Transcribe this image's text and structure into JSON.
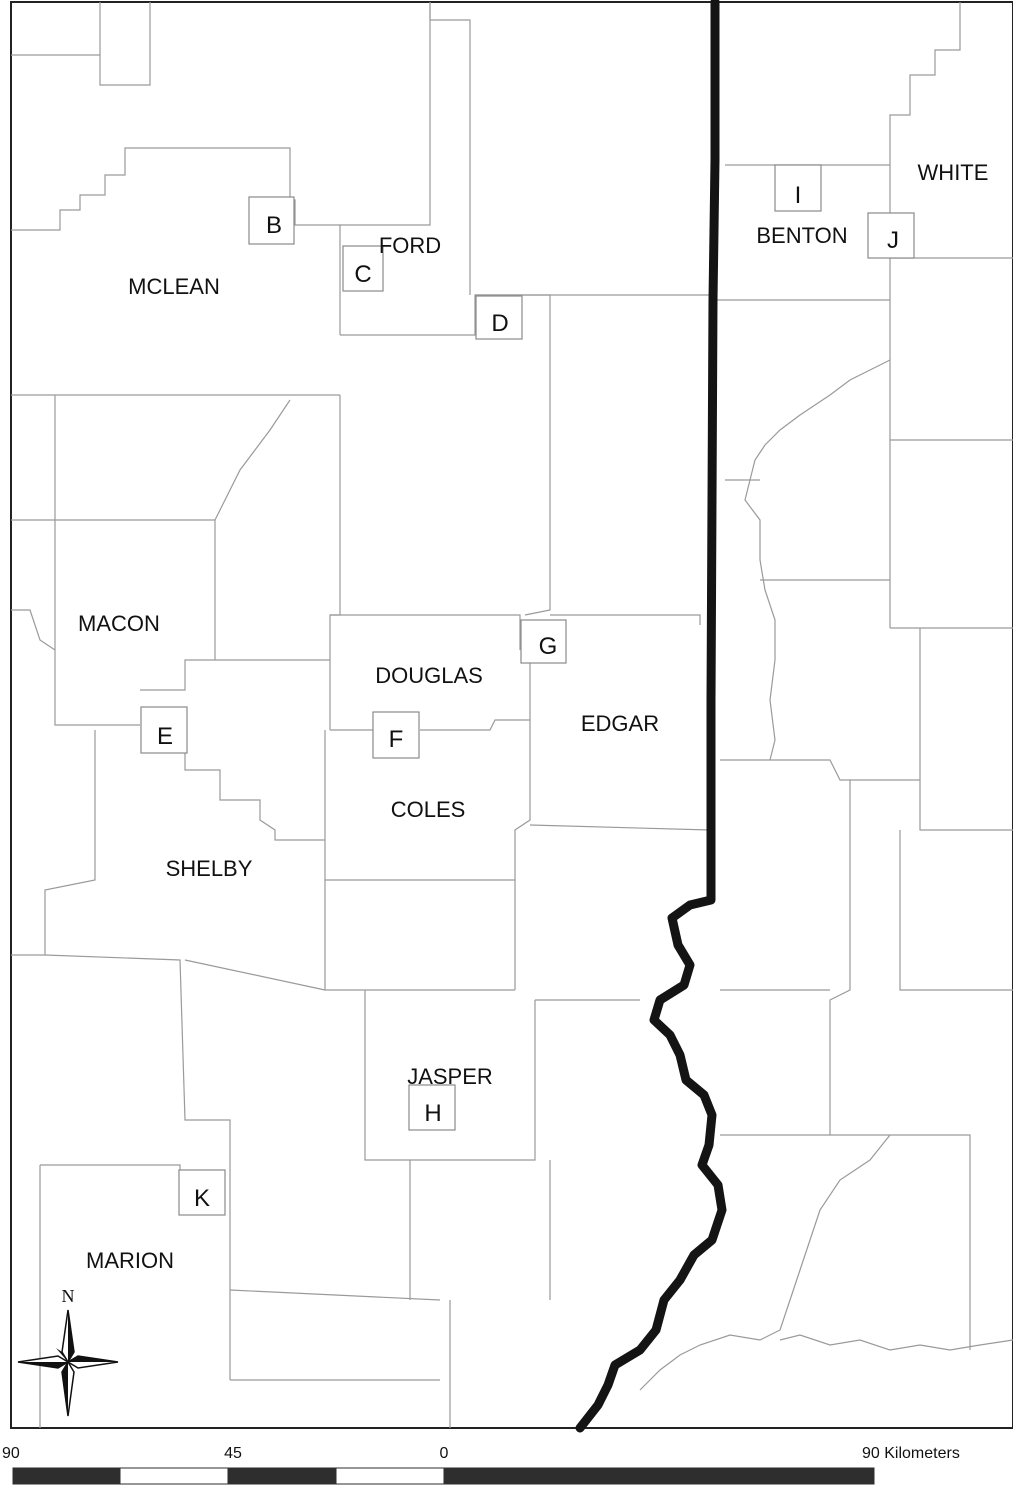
{
  "colors": {
    "background": "#ffffff",
    "county_border": "#9a9a9a",
    "frame": "#222222",
    "state_line": "#141414",
    "scale_dark": "#2e2e2e",
    "scale_light": "#ffffff",
    "text": "#111111"
  },
  "counties": {
    "mclean": "MCLEAN",
    "ford": "FORD",
    "benton": "BENTON",
    "white": "WHITE",
    "macon": "MACON",
    "douglas": "DOUGLAS",
    "edgar": "EDGAR",
    "coles": "COLES",
    "shelby": "SHELBY",
    "jasper": "JASPER",
    "marion": "MARION"
  },
  "sites": {
    "b": "B",
    "c": "C",
    "d": "D",
    "e": "E",
    "f": "F",
    "g": "G",
    "h": "H",
    "i": "I",
    "j": "J",
    "k": "K"
  },
  "north_arrow": {
    "label": "N",
    "icon": "compass-rose-icon"
  },
  "scale_bar": {
    "tick_90_left": "90",
    "tick_45": "45",
    "tick_0": "0",
    "tick_90_right": "90 Kilometers",
    "segments": [
      "dark",
      "light",
      "dark",
      "light",
      "dark"
    ]
  }
}
